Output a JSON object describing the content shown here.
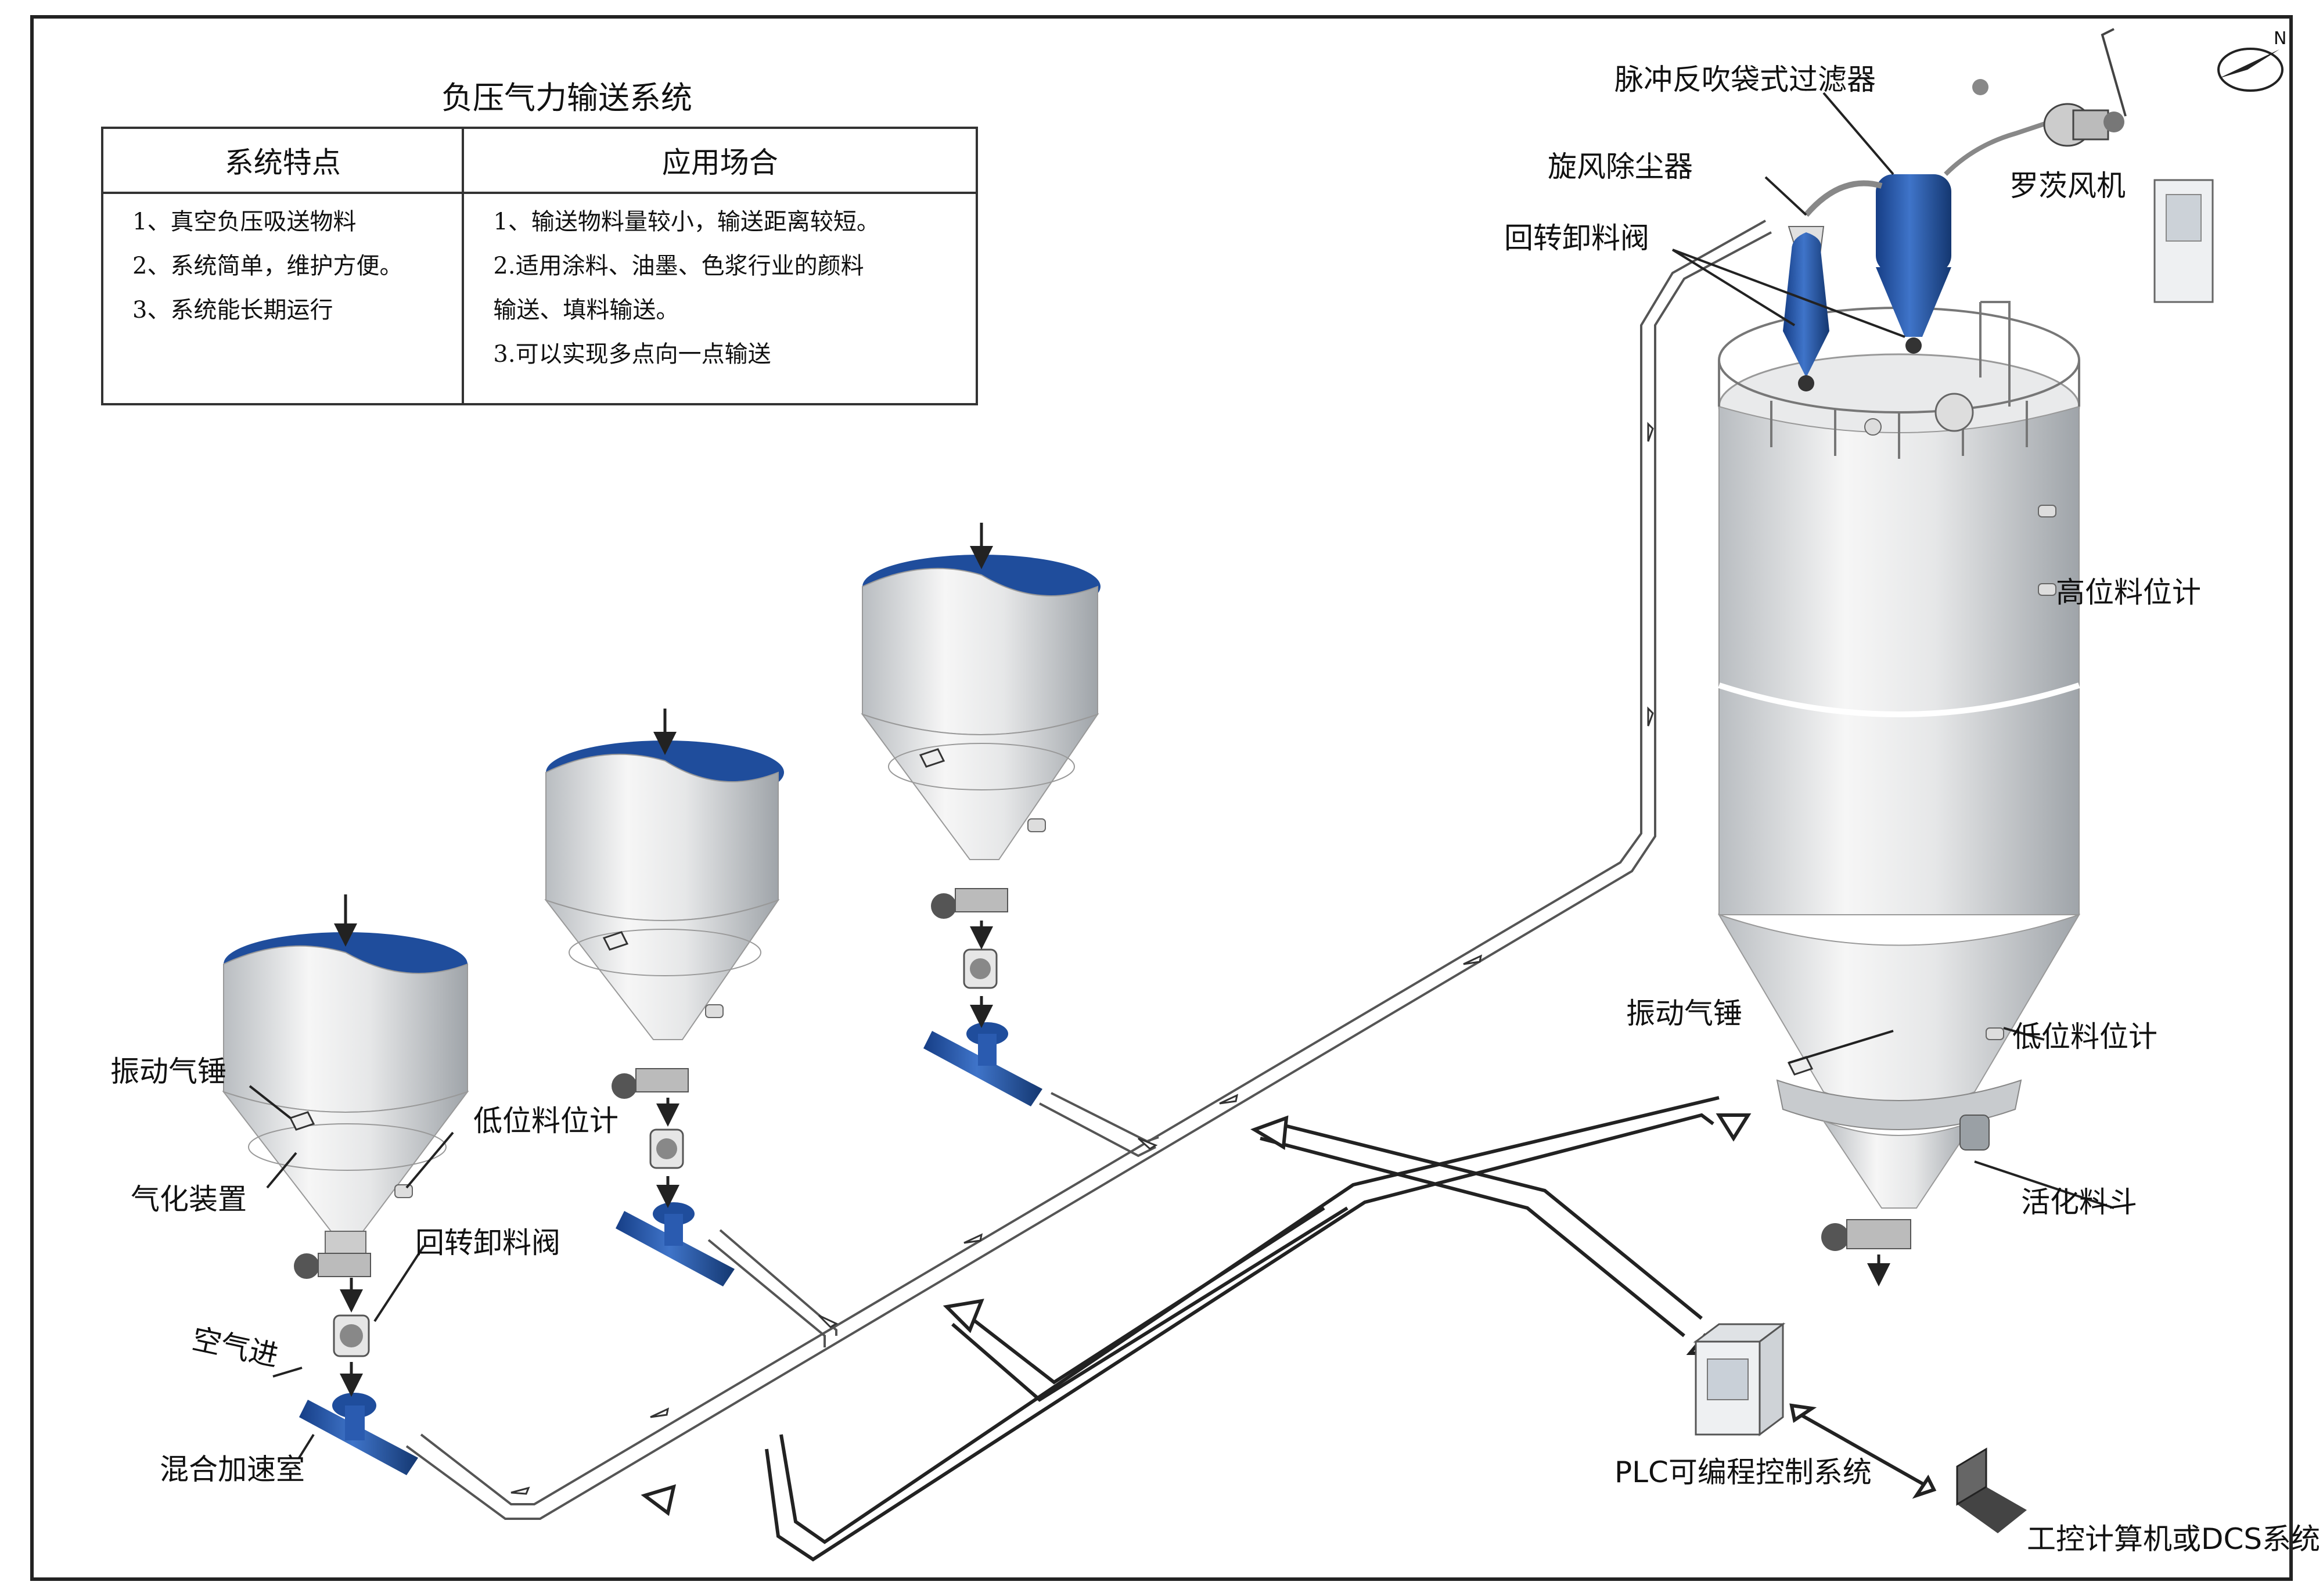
{
  "title": "负压气力输送系统",
  "table": {
    "col1_header": "系统特点",
    "col2_header": "应用场合",
    "col1_items": [
      "1、真空负压吸送物料",
      "2、系统简单，维护方便。",
      "3、系统能长期运行"
    ],
    "col2_items": [
      "1、输送物料量较小，输送距离较短。",
      "2.适用涂料、油墨、色浆行业的颜料",
      "输送、填料输送。",
      "3.可以实现多点向一点输送"
    ]
  },
  "labels": {
    "pulse_filter": "脉冲反吹袋式过滤器",
    "cyclone": "旋风除尘器",
    "rotary_valve_top": "回转卸料阀",
    "roots_blower": "罗茨风机",
    "high_level": "高位料位计",
    "vibrator_right": "振动气锤",
    "low_level_right": "低位料位计",
    "activation_hopper": "活化料斗",
    "plc": "PLC可编程控制系统",
    "computer": "工控计算机或DCS系统",
    "vibrator_left": "振动气锤",
    "low_level_left": "低位料位计",
    "aeration": "气化装置",
    "rotary_valve_left": "回转卸料阀",
    "air_in": "空气进",
    "mixing_chamber": "混合加速室"
  },
  "compass_label": "N",
  "colors": {
    "accent_blue": "#1f4d9c",
    "silo_light": "#f2f2f2",
    "silo_dark": "#b8bcbf",
    "line": "#222222"
  }
}
